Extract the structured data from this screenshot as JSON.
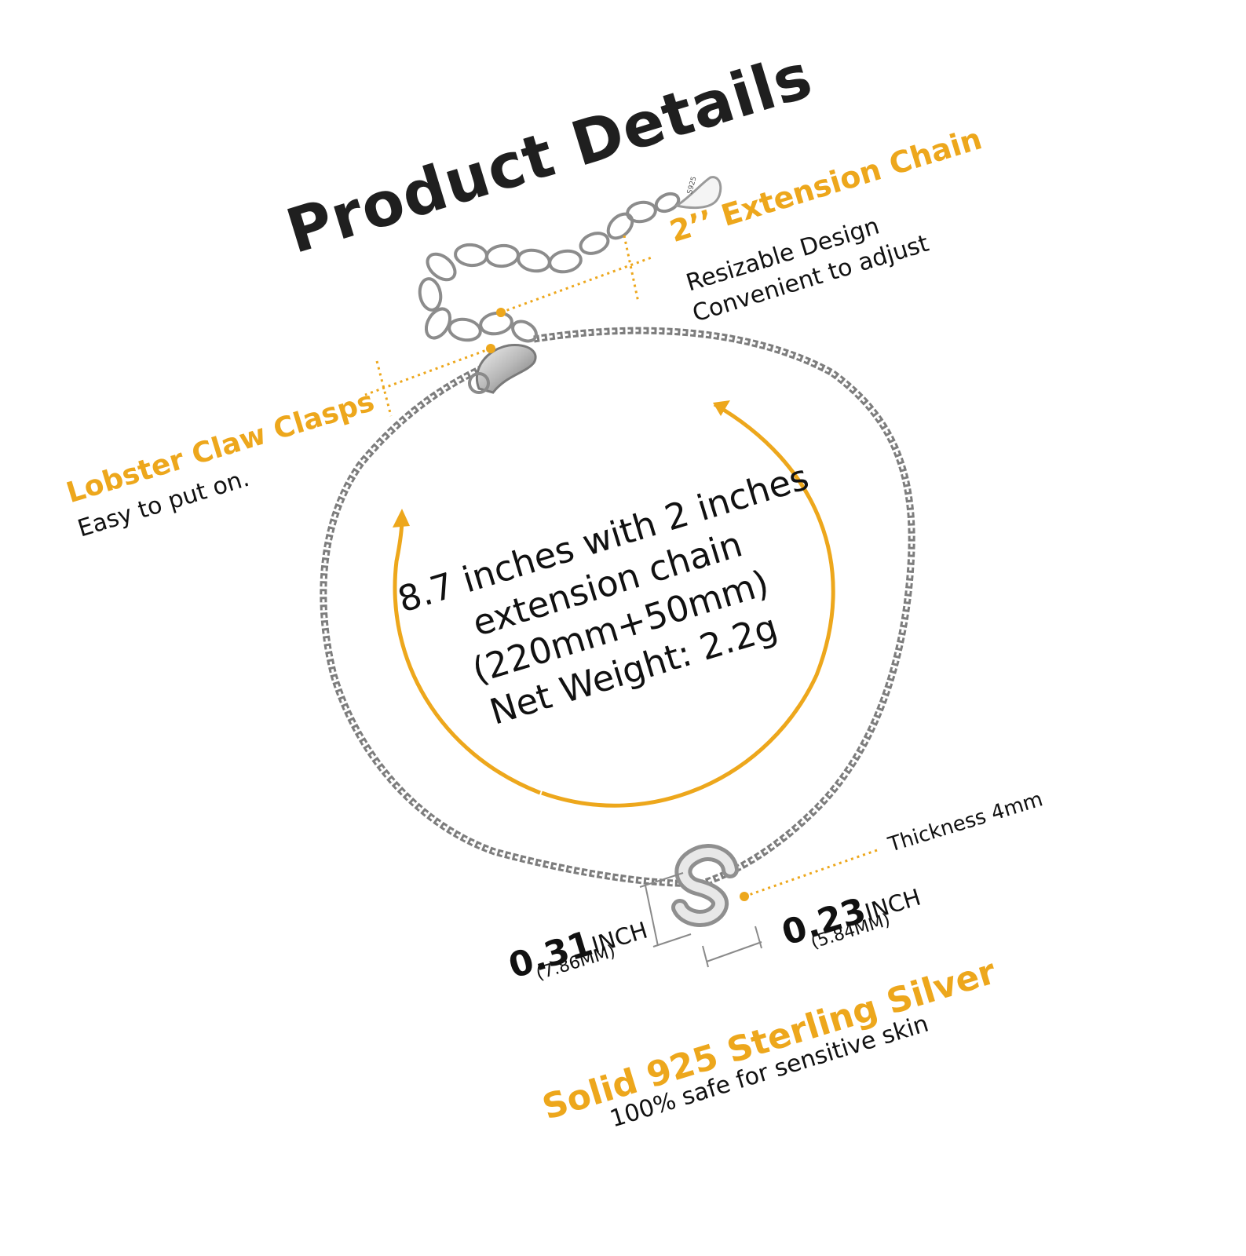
{
  "title": "Product Details",
  "extension": {
    "heading": "2’’ Extension Chain",
    "line1": "Resizable Design",
    "line2": "Convenient  to adjust"
  },
  "clasp": {
    "heading": "Lobster Claw Clasps",
    "line1": "Easy to put on."
  },
  "length": {
    "line1": "8.7 inches with 2 inches",
    "line2": "extension chain",
    "line3": "(220mm+50mm)",
    "line4": "Net Weight: 2.2g"
  },
  "pendant": {
    "letter": "S",
    "tag_stamp": "S925",
    "thickness": "Thickness 4mm",
    "height_value": "0.31",
    "height_unit": "INCH",
    "height_mm": "(7.86MM)",
    "width_value": "0.23",
    "width_unit": "INCH",
    "width_mm": "(5.84MM)"
  },
  "material": {
    "heading": "Solid 925 Sterling Silver",
    "line1": "100% safe for sensitive skin"
  },
  "colors": {
    "accent": "#eda71c",
    "text": "#111111",
    "title": "#1f1f1f",
    "silver": "#8c8c8c"
  }
}
